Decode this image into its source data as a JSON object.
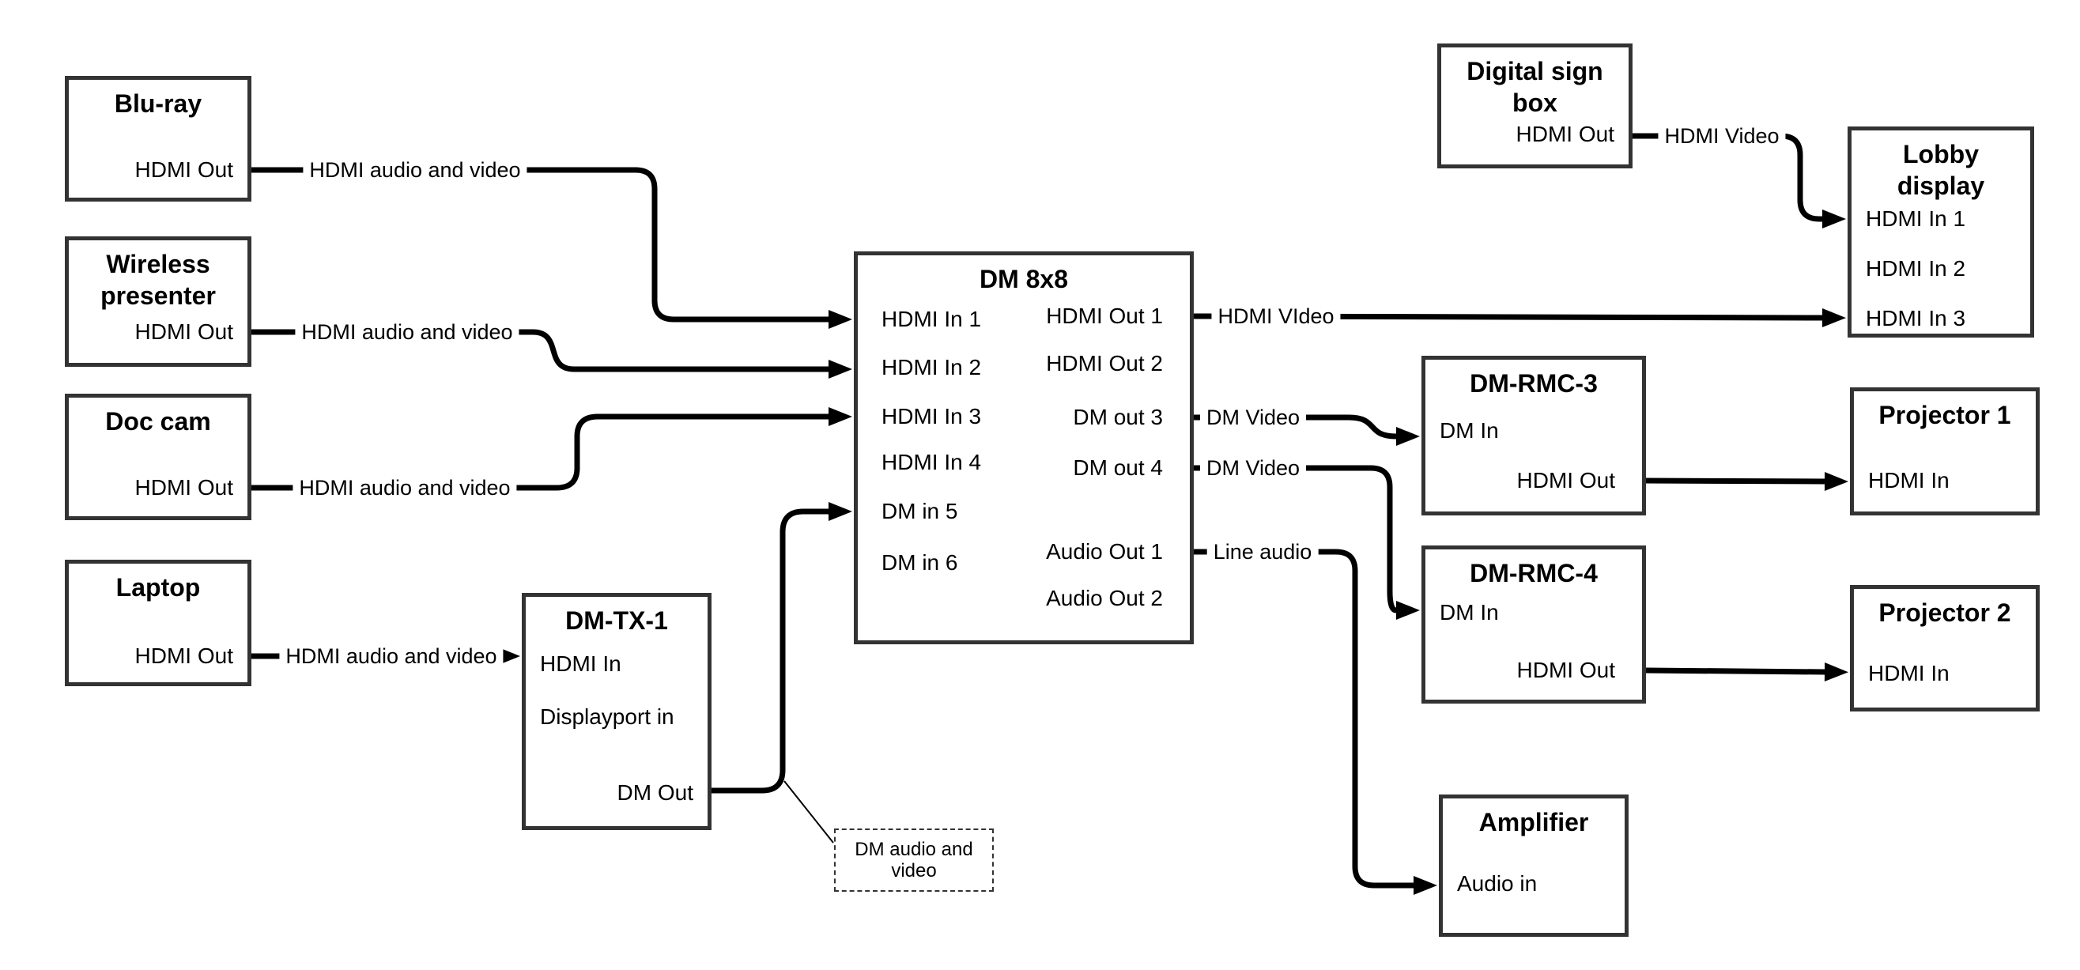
{
  "colors": {
    "background": "#ffffff",
    "box_border": "#333333",
    "connector": "#000000",
    "text": "#000000"
  },
  "nodes": {
    "bluray": {
      "title": "Blu-ray",
      "ports": {
        "hdmi_out": "HDMI Out"
      }
    },
    "wireless": {
      "title": "Wireless presenter",
      "ports": {
        "hdmi_out": "HDMI Out"
      }
    },
    "doccam": {
      "title": "Doc cam",
      "ports": {
        "hdmi_out": "HDMI Out"
      }
    },
    "laptop": {
      "title": "Laptop",
      "ports": {
        "hdmi_out": "HDMI Out"
      }
    },
    "dmtx1": {
      "title": "DM-TX-1",
      "ports": {
        "hdmi_in": "HDMI In",
        "dp_in": "Displayport in",
        "dm_out": "DM Out"
      }
    },
    "dm8x8": {
      "title": "DM 8x8",
      "ports": {
        "in1": "HDMI In 1",
        "in2": "HDMI In 2",
        "in3": "HDMI In 3",
        "in4": "HDMI In 4",
        "in5": "DM in 5",
        "in6": "DM in 6",
        "out1": "HDMI Out 1",
        "out2": "HDMI Out 2",
        "out3": "DM out 3",
        "out4": "DM out 4",
        "aout1": "Audio Out 1",
        "aout2": "Audio Out 2"
      }
    },
    "digitalsign": {
      "title": "Digital sign box",
      "ports": {
        "hdmi_out": "HDMI Out"
      }
    },
    "lobby": {
      "title": "Lobby display",
      "ports": {
        "in1": "HDMI In 1",
        "in2": "HDMI In 2",
        "in3": "HDMI In 3"
      }
    },
    "dmrmc3": {
      "title": "DM-RMC-3",
      "ports": {
        "dm_in": "DM In",
        "hdmi_out": "HDMI Out"
      }
    },
    "projector1": {
      "title": "Projector 1",
      "ports": {
        "hdmi_in": "HDMI In"
      }
    },
    "dmrmc4": {
      "title": "DM-RMC-4",
      "ports": {
        "dm_in": "DM In",
        "hdmi_out": "HDMI Out"
      }
    },
    "projector2": {
      "title": "Projector 2",
      "ports": {
        "hdmi_in": "HDMI In"
      }
    },
    "amplifier": {
      "title": "Amplifier",
      "ports": {
        "audio_in": "Audio in"
      }
    }
  },
  "labels": {
    "bluray_to_dm8x8": "HDMI audio and video",
    "wireless_to_dm8x8": "HDMI audio and video",
    "doccam_to_dm8x8": "HDMI audio and video",
    "laptop_to_dmtx1": "HDMI audio and video",
    "out1_to_lobby": "HDMI VIdeo",
    "out3_to_dmrmc3": "DM Video",
    "out4_to_dmrmc4": "DM Video",
    "audio1_to_amplifier": "Line audio",
    "digitalsign_to_lobby": "HDMI Video",
    "note": "DM audio and video"
  }
}
